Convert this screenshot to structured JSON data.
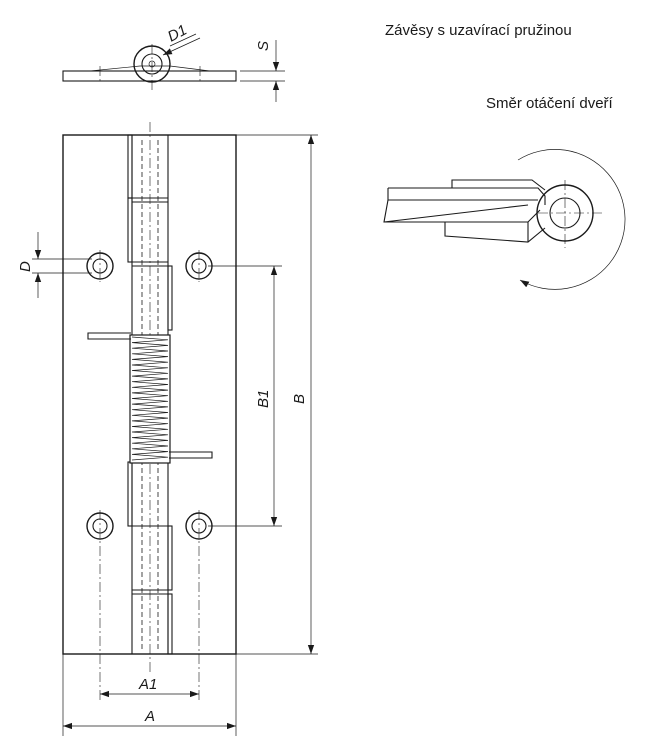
{
  "captions": {
    "title": "Závěsy s uzavírací pružinou",
    "rotation_label": "Směr otáčení dveří"
  },
  "dimensions": {
    "D1": "D1",
    "S": "S",
    "D": "D",
    "B1": "B1",
    "B": "B",
    "A1": "A1",
    "A": "A"
  }
}
